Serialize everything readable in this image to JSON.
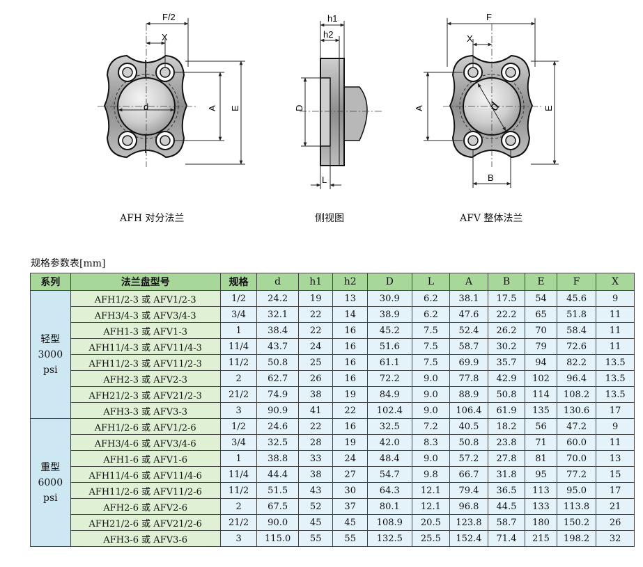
{
  "captions": {
    "afh": "AFH 对分法兰",
    "side": "侧视图",
    "afv": "AFV 整体法兰"
  },
  "dims": {
    "f2": "F/2",
    "x": "X",
    "d_small": "d",
    "a": "A",
    "e": "E",
    "h1": "h1",
    "h2": "h2",
    "d_big": "D",
    "l": "L",
    "f": "F",
    "b": "B"
  },
  "table": {
    "title": "规格参数表[mm]",
    "headers": [
      "系列",
      "法兰盘型号",
      "规格",
      "d",
      "h1",
      "h2",
      "D",
      "L",
      "A",
      "B",
      "E",
      "F",
      "X"
    ],
    "groups": [
      {
        "series": [
          "轻型",
          "3000",
          "psi"
        ],
        "rows": [
          [
            "AFH1/2-3 或 AFV1/2-3",
            "1/2",
            "24.2",
            "19",
            "13",
            "30.9",
            "6.2",
            "38.1",
            "17.5",
            "54",
            "45.6",
            "9"
          ],
          [
            "AFH3/4-3 或 AFV3/4-3",
            "3/4",
            "32.1",
            "22",
            "14",
            "38.9",
            "6.2",
            "47.6",
            "22.2",
            "65",
            "51.8",
            "11"
          ],
          [
            "AFH1-3 或 AFV1-3",
            "1",
            "38.4",
            "22",
            "16",
            "45.2",
            "7.5",
            "52.4",
            "26.2",
            "70",
            "58.4",
            "11"
          ],
          [
            "AFH11/4-3 或 AFV11/4-3",
            "11/4",
            "43.7",
            "24",
            "16",
            "51.6",
            "7.5",
            "58.7",
            "30.2",
            "79",
            "72.6",
            "11"
          ],
          [
            "AFH11/2-3 或 AFV11/2-3",
            "11/2",
            "50.8",
            "25",
            "16",
            "61.1",
            "7.5",
            "69.9",
            "35.7",
            "94",
            "82.2",
            "13.5"
          ],
          [
            "AFH2-3 或 AFV2-3",
            "2",
            "62.7",
            "26",
            "16",
            "72.2",
            "9.0",
            "77.8",
            "42.9",
            "102",
            "96.4",
            "13.5"
          ],
          [
            "AFH21/2-3 或 AFV21/2-3",
            "21/2",
            "74.9",
            "38",
            "19",
            "84.9",
            "9.0",
            "88.9",
            "50.8",
            "114",
            "108.2",
            "13.5"
          ],
          [
            "AFH3-3 或 AFV3-3",
            "3",
            "90.9",
            "41",
            "22",
            "102.4",
            "9.0",
            "106.4",
            "61.9",
            "135",
            "130.6",
            "17"
          ]
        ]
      },
      {
        "series": [
          "重型",
          "6000",
          "psi"
        ],
        "rows": [
          [
            "AFH1/2-6 或 AFV1/2-6",
            "1/2",
            "24.6",
            "22",
            "16",
            "32.5",
            "7.2",
            "40.5",
            "18.2",
            "56",
            "47.2",
            "9"
          ],
          [
            "AFH3/4-6 或 AFV3/4-6",
            "3/4",
            "32.5",
            "28",
            "19",
            "42.0",
            "8.3",
            "50.8",
            "23.8",
            "71",
            "60.0",
            "11"
          ],
          [
            "AFH1-6 或 AFV1-6",
            "1",
            "38.8",
            "33",
            "24",
            "48.4",
            "9.0",
            "57.2",
            "27.8",
            "81",
            "70.0",
            "13"
          ],
          [
            "AFH11/4-6 或 AFV11/4-6",
            "11/4",
            "44.4",
            "38",
            "27",
            "54.7",
            "9.8",
            "66.7",
            "31.8",
            "95",
            "77.2",
            "15"
          ],
          [
            "AFH11/2-6 或 AFV11/2-6",
            "11/2",
            "51.5",
            "43",
            "30",
            "64.3",
            "12.1",
            "79.4",
            "36.5",
            "113",
            "95.0",
            "17"
          ],
          [
            "AFH2-6 或 AFV2-6",
            "2",
            "67.5",
            "52",
            "37",
            "80.1",
            "12.1",
            "96.8",
            "44.5",
            "133",
            "113.8",
            "21"
          ],
          [
            "AFH21/2-6 或 AFV21/2-6",
            "21/2",
            "90.0",
            "45",
            "45",
            "108.9",
            "20.5",
            "123.8",
            "58.7",
            "180",
            "150.2",
            "26"
          ],
          [
            "AFH3-6 或 AFV3-6",
            "3",
            "115.0",
            "55",
            "55",
            "132.5",
            "25.5",
            "152.4",
            "71.4",
            "215",
            "198.2",
            "32"
          ]
        ]
      }
    ]
  }
}
